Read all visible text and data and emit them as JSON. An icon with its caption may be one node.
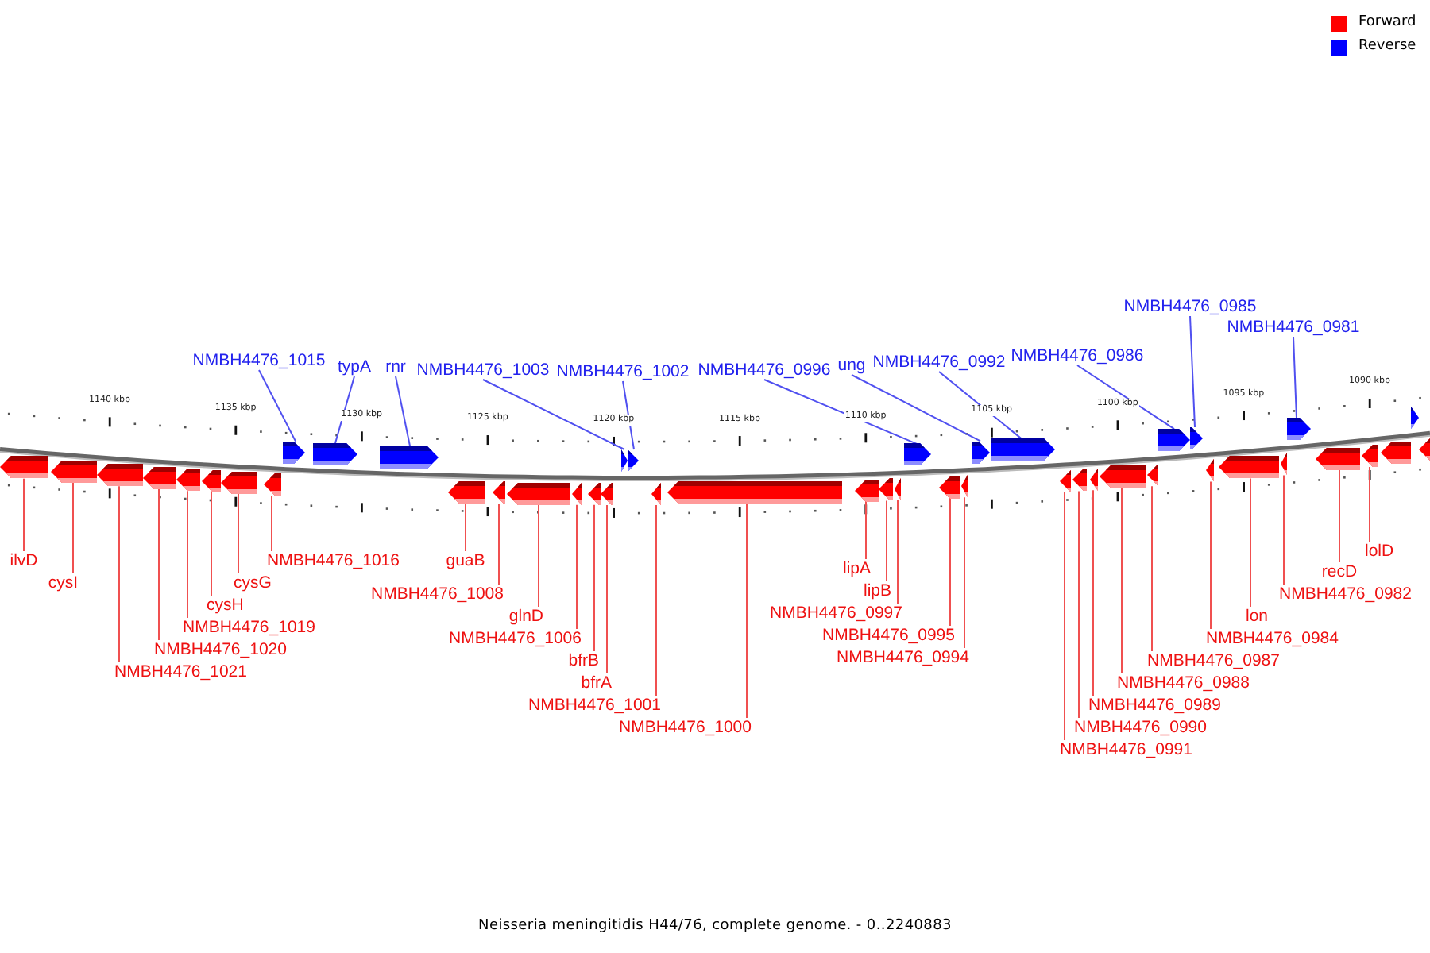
{
  "diagram": {
    "caption": "Neisseria meningitidis H44/76, complete genome. - 0..2240883",
    "nodes": [
      {
        "text": [
          "NMBH4476_1015"
        ]
      },
      {
        "text": [
          "typA"
        ]
      },
      {
        "text": [
          "rnr"
        ]
      },
      {
        "text": [
          "NMBH4476_1003"
        ]
      },
      {
        "text": [
          "NMBH4476_1002"
        ]
      },
      {
        "text": [
          "NMBH4476_0996"
        ]
      },
      {
        "text": [
          "ung"
        ]
      },
      {
        "text": [
          "NMBH4476_0992"
        ]
      },
      {
        "text": [
          "NMBH4476_0986"
        ]
      },
      {
        "text": [
          "NMBH4476_0985"
        ]
      },
      {
        "text": [
          "NMBH4476_0981"
        ]
      },
      {
        "text": [],
        "shape": "arrow"
      },
      {
        "text": [],
        "shape": "arrow"
      },
      {
        "text": [],
        "shape": "arrow"
      },
      {
        "text": [],
        "shape": "arrow"
      },
      {
        "text": [],
        "shape": "arrow"
      },
      {
        "text": [],
        "shape": "arrow"
      },
      {
        "text": [],
        "shape": "arrow"
      },
      {
        "text": [],
        "shape": "arrow"
      },
      {
        "text": [],
        "shape": "arrow"
      },
      {
        "text": [],
        "shape": "arrow"
      },
      {
        "text": [],
        "shape": "arrow"
      },
      {
        "text": [],
        "shape": "arrow"
      },
      {
        "text": [],
        "shape": "arrow"
      },
      {
        "text": [],
        "shape": "arrow"
      },
      {
        "text": [],
        "shape": "arrow"
      },
      {
        "text": [],
        "shape": "arrow"
      },
      {
        "text": [],
        "shape": "arrow"
      },
      {
        "text": [],
        "shape": "arrow"
      },
      {
        "text": [],
        "shape": "arrow"
      },
      {
        "text": [],
        "shape": "arrow"
      },
      {
        "text": [],
        "shape": "arrow"
      },
      {
        "text": [],
        "shape": "arrow"
      },
      {
        "text": [],
        "shape": "arrow"
      },
      {
        "text": [],
        "shape": "arrow"
      },
      {
        "text": [],
        "shape": "arrow"
      },
      {
        "text": [],
        "shape": "arrow"
      },
      {
        "text": [],
        "shape": "arrow"
      },
      {
        "text": [],
        "shape": "arrow"
      },
      {
        "text": [],
        "shape": "arrow"
      },
      {
        "text": [],
        "shape": "arrow"
      },
      {
        "text": [],
        "shape": "arrow"
      },
      {
        "text": [],
        "shape": "arrow"
      },
      {
        "text": [],
        "shape": "arrow"
      },
      {
        "text": [],
        "shape": "arrow"
      },
      {
        "text": [],
        "shape": "arrow"
      },
      {
        "text": [],
        "shape": "arrow"
      },
      {
        "text": [],
        "shape": "arrow"
      },
      {
        "text": [],
        "shape": "arrow"
      },
      {
        "text": [],
        "shape": "arrow"
      },
      {
        "text": [],
        "shape": "arrow"
      },
      {
        "text": [],
        "shape": "arrow"
      },
      {
        "text": [],
        "shape": "arrow"
      },
      {
        "text": [],
        "shape": "arrow"
      },
      {
        "text": [],
        "shape": "arrow"
      },
      {
        "text": [],
        "shape": "arrow"
      },
      {
        "text": [
          "ilvD"
        ]
      },
      {
        "text": [
          "cysI"
        ]
      },
      {
        "text": [
          "NMBH4476_1021"
        ]
      },
      {
        "text": [
          "NMBH4476_1020"
        ]
      },
      {
        "text": [
          "NMBH4476_1019"
        ]
      },
      {
        "text": [
          "cysH"
        ]
      },
      {
        "text": [
          "cysG"
        ]
      },
      {
        "text": [
          "NMBH4476_1016"
        ]
      },
      {
        "text": [
          "guaB"
        ]
      },
      {
        "text": [
          "NMBH4476_1008"
        ]
      },
      {
        "text": [
          "glnD"
        ]
      },
      {
        "text": [
          "NMBH4476_1006"
        ]
      },
      {
        "text": [
          "bfrB"
        ]
      },
      {
        "text": [
          "bfrA"
        ]
      },
      {
        "text": [
          "NMBH4476_1001"
        ]
      },
      {
        "text": [
          "NMBH4476_1000"
        ]
      },
      {
        "text": [
          "lipA"
        ]
      },
      {
        "text": [
          "lipB"
        ]
      },
      {
        "text": [
          "NMBH4476_0997"
        ]
      },
      {
        "text": [
          "NMBH4476_0995"
        ]
      },
      {
        "text": [
          "NMBH4476_0994"
        ]
      },
      {
        "text": [
          "NMBH4476_0991"
        ]
      },
      {
        "text": [
          "NMBH4476_0990"
        ]
      },
      {
        "text": [
          "NMBH4476_0989"
        ]
      },
      {
        "text": [
          "NMBH4476_0988"
        ]
      },
      {
        "text": [
          "NMBH4476_0987"
        ]
      },
      {
        "text": [
          "NMBH4476_0984"
        ]
      },
      {
        "text": [
          "lon"
        ]
      },
      {
        "text": [
          "NMBH4476_0982"
        ]
      },
      {
        "text": [
          "recD"
        ]
      },
      {
        "text": [
          "lolD"
        ]
      }
    ],
    "edges": [
      {
        "from": 0,
        "to": 19,
        "arrow": "none",
        "color": "#5050f0"
      },
      {
        "from": 1,
        "to": 20,
        "arrow": "none",
        "color": "#5050f0"
      },
      {
        "from": 2,
        "to": 21,
        "arrow": "none",
        "color": "#5050f0"
      },
      {
        "from": 3,
        "to": 28,
        "arrow": "none",
        "color": "#5050f0"
      },
      {
        "from": 4,
        "to": 29,
        "arrow": "none",
        "color": "#5050f0"
      },
      {
        "from": 5,
        "to": 35,
        "arrow": "none",
        "color": "#5050f0"
      },
      {
        "from": 6,
        "to": 38,
        "arrow": "none",
        "color": "#5050f0"
      },
      {
        "from": 7,
        "to": 39,
        "arrow": "none",
        "color": "#5050f0"
      },
      {
        "from": 8,
        "to": 45,
        "arrow": "none",
        "color": "#5050f0"
      },
      {
        "from": 9,
        "to": 46,
        "arrow": "none",
        "color": "#5050f0"
      },
      {
        "from": 10,
        "to": 50,
        "arrow": "none",
        "color": "#5050f0"
      },
      {
        "from": 56,
        "to": 11,
        "arrow": "none"
      },
      {
        "from": 57,
        "to": 12,
        "arrow": "none"
      },
      {
        "from": 58,
        "to": 13,
        "arrow": "none"
      },
      {
        "from": 59,
        "to": 14,
        "arrow": "none"
      },
      {
        "from": 60,
        "to": 15,
        "arrow": "none"
      },
      {
        "from": 61,
        "to": 16,
        "arrow": "none"
      },
      {
        "from": 62,
        "to": 17,
        "arrow": "none"
      },
      {
        "from": 63,
        "to": 18,
        "arrow": "none"
      },
      {
        "from": 64,
        "to": 22,
        "arrow": "none"
      },
      {
        "from": 65,
        "to": 23,
        "arrow": "none"
      },
      {
        "from": 66,
        "to": 24,
        "arrow": "none"
      },
      {
        "from": 67,
        "to": 25,
        "arrow": "none"
      },
      {
        "from": 68,
        "to": 26,
        "arrow": "none"
      },
      {
        "from": 69,
        "to": 27,
        "arrow": "none"
      },
      {
        "from": 70,
        "to": 30,
        "arrow": "none"
      },
      {
        "from": 71,
        "to": 31,
        "arrow": "none"
      },
      {
        "from": 72,
        "to": 32,
        "arrow": "none"
      },
      {
        "from": 73,
        "to": 33,
        "arrow": "none"
      },
      {
        "from": 74,
        "to": 34,
        "arrow": "none"
      },
      {
        "from": 75,
        "to": 36,
        "arrow": "none"
      },
      {
        "from": 76,
        "to": 37,
        "arrow": "none"
      },
      {
        "from": 77,
        "to": 40,
        "arrow": "none"
      },
      {
        "from": 78,
        "to": 41,
        "arrow": "none"
      },
      {
        "from": 79,
        "to": 42,
        "arrow": "none"
      },
      {
        "from": 80,
        "to": 43,
        "arrow": "none"
      },
      {
        "from": 81,
        "to": 44,
        "arrow": "none"
      },
      {
        "from": 82,
        "to": 47,
        "arrow": "none"
      },
      {
        "from": 83,
        "to": 48,
        "arrow": "none"
      },
      {
        "from": 84,
        "to": 49,
        "arrow": "none"
      },
      {
        "from": 85,
        "to": 51,
        "arrow": "none"
      },
      {
        "from": 86,
        "to": 52,
        "arrow": "none"
      }
    ],
    "labels": [
      "1140 kbp",
      "1135 kbp",
      "1130 kbp",
      "1125 kbp",
      "1120 kbp",
      "1115 kbp",
      "1110 kbp",
      "1105 kbp",
      "1100 kbp",
      "1095 kbp",
      "1090 kbp"
    ],
    "legend": [
      {
        "text": "Forward",
        "color": "#ff0000"
      },
      {
        "text": "Reverse",
        "color": "#0000ff"
      }
    ]
  }
}
